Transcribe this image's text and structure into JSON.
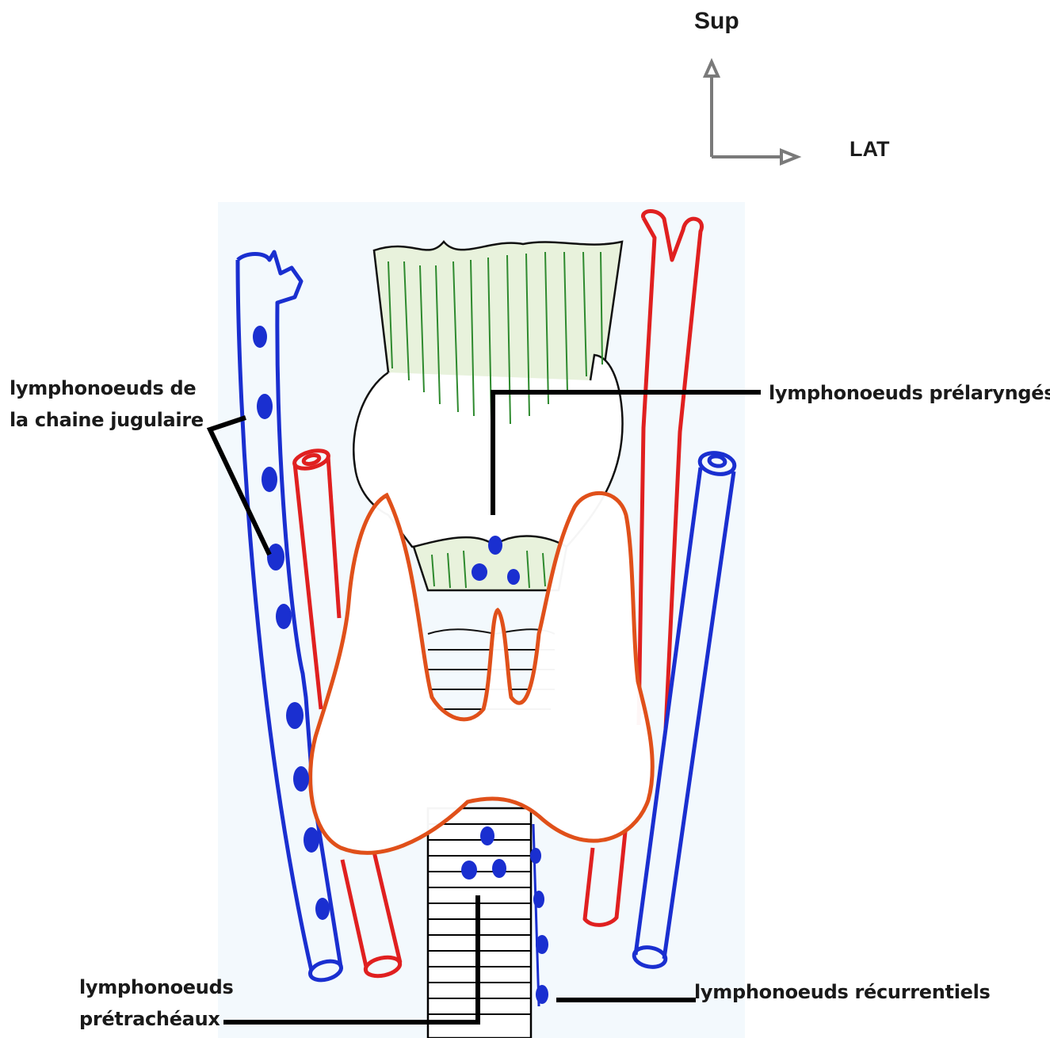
{
  "orientation": {
    "superior": "Sup",
    "lateral": "LAT"
  },
  "labels": {
    "jugular_line1": "lymphonoeuds de",
    "jugular_line2": "la chaine jugulaire",
    "prelaryngeal": "lymphonoeuds prélaryngés",
    "pretracheal_line1": "lymphonoeuds",
    "pretracheal_line2": "prétrachéaux",
    "recurrent": "lymphonoeuds récurrentiels"
  },
  "colors": {
    "vein": "#1a2fd0",
    "artery": "#e02020",
    "thyroid_outline": "#e0501a",
    "lymph_node": "#1a2fd0",
    "cartilage_hatch": "#2e8a2e",
    "cartilage_fill": "#e8f2dc",
    "leader_line": "#000000",
    "axis_arrow": "#7a7a7a"
  }
}
